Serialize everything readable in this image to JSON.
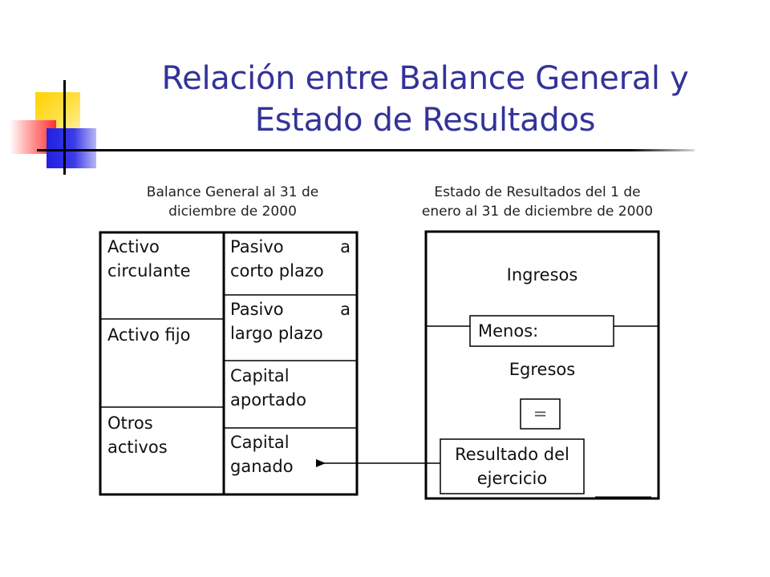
{
  "slide": {
    "title_line1": "Relación entre Balance General y",
    "title_line2": "Estado de Resultados"
  },
  "balance": {
    "caption_line1": "Balance General al 31 de",
    "caption_line2": "diciembre de 2000",
    "assets": [
      {
        "line1": "Activo",
        "line2": "circulante"
      },
      {
        "line1": "Activo fijo",
        "line2": ""
      },
      {
        "line1": "Otros",
        "line2": "activos"
      }
    ],
    "liabilities": [
      {
        "line1": "Pasivo",
        "right": "a",
        "line2": "corto plazo"
      },
      {
        "line1": "Pasivo",
        "right": "a",
        "line2": "largo plazo"
      },
      {
        "line1": "Capital",
        "line2": "aportado"
      },
      {
        "line1": "Capital",
        "line2": "ganado"
      }
    ]
  },
  "income": {
    "caption_line1": "Estado de Resultados del 1 de",
    "caption_line2": "enero al 31 de diciembre de 2000",
    "ingresos": "Ingresos",
    "menos": "Menos:",
    "egresos": "Egresos",
    "equals": "=",
    "result_line1": "Resultado del",
    "result_line2": "ejercicio"
  },
  "colors": {
    "title": "#333399",
    "deco_yellow": "#ffd200",
    "deco_red": "#ff3030",
    "deco_blue": "#2020e0"
  }
}
